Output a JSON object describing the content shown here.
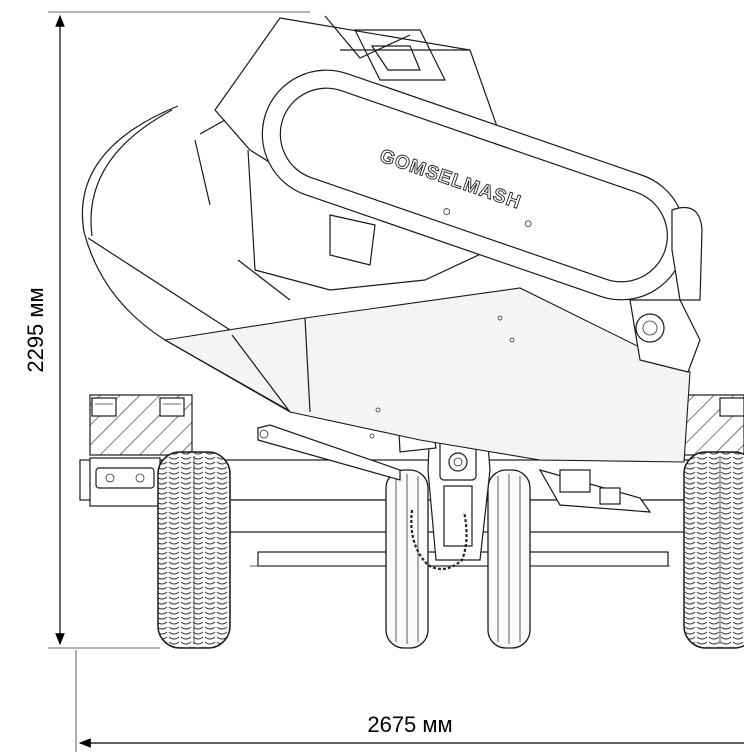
{
  "dimensions": {
    "height_label": "2295 мм",
    "width_label": "2675 мм"
  },
  "machine": {
    "brand_text": "GOMSELMASH"
  }
}
